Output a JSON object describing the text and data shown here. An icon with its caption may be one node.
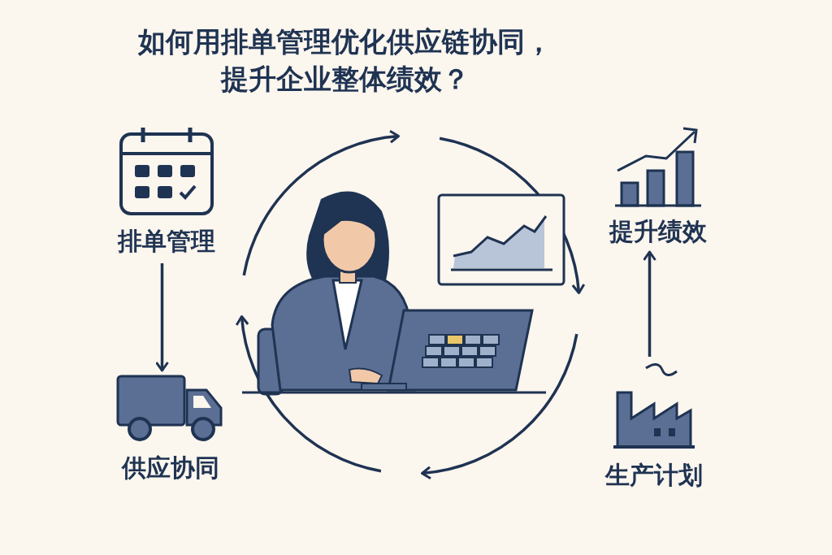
{
  "diagram": {
    "title": "如何用排单管理优化供应链协同，提升企业整体绩效？",
    "nodes": [
      {
        "text": [
          "排单管理"
        ]
      },
      {
        "text": [
          "供应协同"
        ]
      },
      {
        "text": [
          "生产计划"
        ]
      },
      {
        "text": [
          "提升绩效"
        ]
      }
    ],
    "edges": [
      {
        "from": 0,
        "to": 1,
        "arrow": "to"
      },
      {
        "from": 2,
        "to": 3,
        "arrow": "to"
      }
    ]
  }
}
